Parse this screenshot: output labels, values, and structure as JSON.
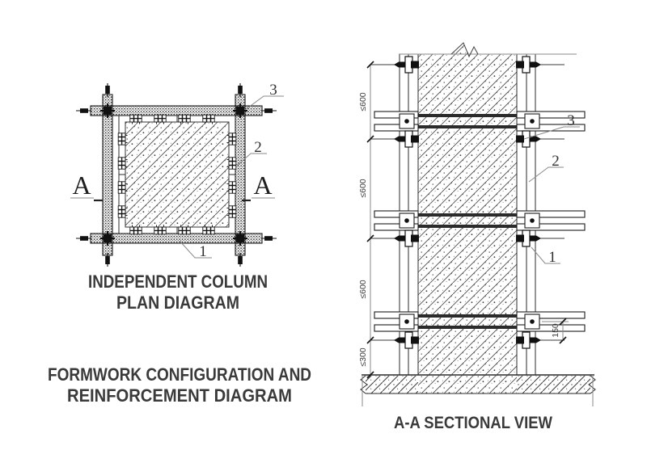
{
  "colors": {
    "ink": "#2b2b2b",
    "leader": "#8a8a8a",
    "text": "#3a3a3a",
    "paper": "#ffffff"
  },
  "plan_view": {
    "title": [
      "INDEPENDENT COLUMN",
      "PLAN DIAGRAM"
    ],
    "section_mark": "A",
    "callouts": {
      "waler": "1",
      "formwork_panel": "2",
      "corner_tie_bolt": "3"
    }
  },
  "section_view": {
    "title": "A-A SECTIONAL VIEW",
    "callouts": {
      "tie_bolt": "1",
      "formwork_panel": "2",
      "steel_clamp": "3"
    },
    "dimensions": {
      "spacings": [
        "≤600",
        "≤600",
        "≤600",
        "≤300"
      ],
      "clamp_offset": "150"
    }
  },
  "caption": [
    "FORMWORK CONFIGURATION AND",
    "REINFORCEMENT DIAGRAM"
  ]
}
